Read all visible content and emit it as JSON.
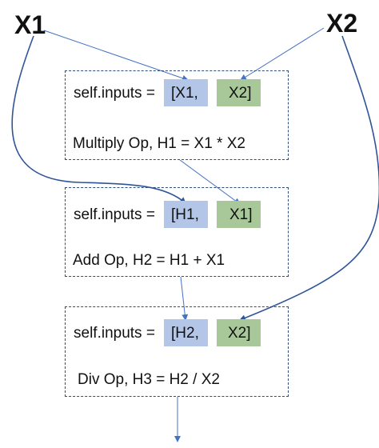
{
  "inputs": {
    "x1": "X1",
    "x2": "X2"
  },
  "nodes": [
    {
      "inputs_label": "self.inputs = ",
      "first_input": "[X1,",
      "second_input": "X2]",
      "op_text": "Multiply Op, H1 = X1 * X2"
    },
    {
      "inputs_label": "self.inputs = ",
      "first_input": "[H1,",
      "second_input": "X1]",
      "op_text": "Add Op, H2 = H1 + X1"
    },
    {
      "inputs_label": "self.inputs = ",
      "first_input": "[H2,",
      "second_input": "X2]",
      "op_text": "Div Op, H3 = H2 / X2"
    }
  ],
  "colors": {
    "arrow": "#4472c4",
    "curve": "#2f5597",
    "box_border": "#2f4f79",
    "first_input_fill": "#b4c6e7",
    "second_input_fill": "#a9c89a"
  }
}
